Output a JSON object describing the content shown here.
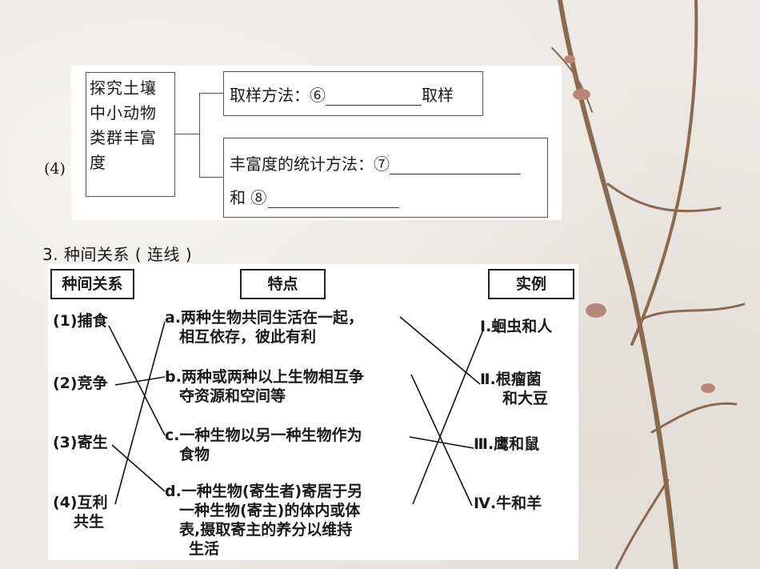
{
  "section4": {
    "number": "(4)",
    "topic_lines": [
      "探究土壤",
      "中小动物",
      "类群丰富",
      "度"
    ],
    "sampling": {
      "prefix": "取样方法：⑥",
      "suffix": "取样"
    },
    "statistics": {
      "line1": "丰富度的统计方法：⑦",
      "and": "和 ⑧"
    }
  },
  "section3": {
    "title": "3. 种间关系 ( 连线 )",
    "headers": {
      "relation": "种间关系",
      "feature": "特点",
      "example": "实例"
    },
    "relations": [
      {
        "lines": [
          "(1)捕食"
        ]
      },
      {
        "lines": [
          "(2)竞争"
        ]
      },
      {
        "lines": [
          "(3)寄生"
        ]
      },
      {
        "lines": [
          "(4)互利",
          "共生"
        ]
      }
    ],
    "features": [
      {
        "lines": [
          "a.两种生物共同生活在一起，",
          "相互依存，彼此有利"
        ]
      },
      {
        "lines": [
          "b.两种或两种以上生物相互争",
          "夺资源和空间等"
        ]
      },
      {
        "lines": [
          "c.一种生物以另一种生物作为",
          "食物"
        ]
      },
      {
        "lines": [
          "d.一种生物(寄生者)寄居于另",
          "一种生物(寄主)的体内或体",
          "表,摄取寄主的养分以维持",
          "生活"
        ]
      }
    ],
    "examples": [
      {
        "lines": [
          "Ⅰ.蛔虫和人"
        ]
      },
      {
        "lines": [
          "Ⅱ.根瘤菌",
          "和大豆"
        ]
      },
      {
        "lines": [
          "Ⅲ.鹰和鼠"
        ]
      },
      {
        "lines": [
          "Ⅳ.牛和羊"
        ]
      }
    ]
  }
}
